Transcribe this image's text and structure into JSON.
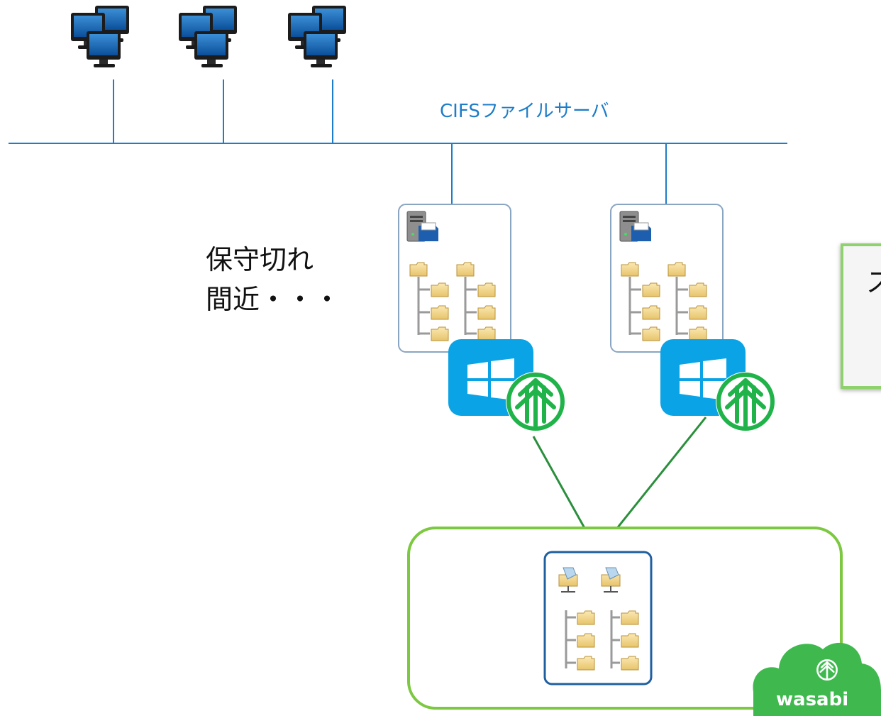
{
  "network": {
    "label": "CIFSファイルサーバ"
  },
  "servers": {
    "warning_line1": "保守切れ",
    "warning_line2": "間近・・・"
  },
  "callout": {
    "text": "ス"
  },
  "cloud": {
    "brand": "wasabi",
    "brand_color": "#3fb94e",
    "border_color": "#7cc840"
  },
  "colors": {
    "network_line": "#1d7dc8",
    "connection_line": "#2a8f3c",
    "windows_tile": "#0aa3e5",
    "folder": "#f4d78a"
  },
  "icons": [
    "workstation-icon",
    "file-server-icon",
    "folder-icon",
    "windows-logo-icon",
    "wasabi-logo-icon",
    "network-share-icon"
  ]
}
